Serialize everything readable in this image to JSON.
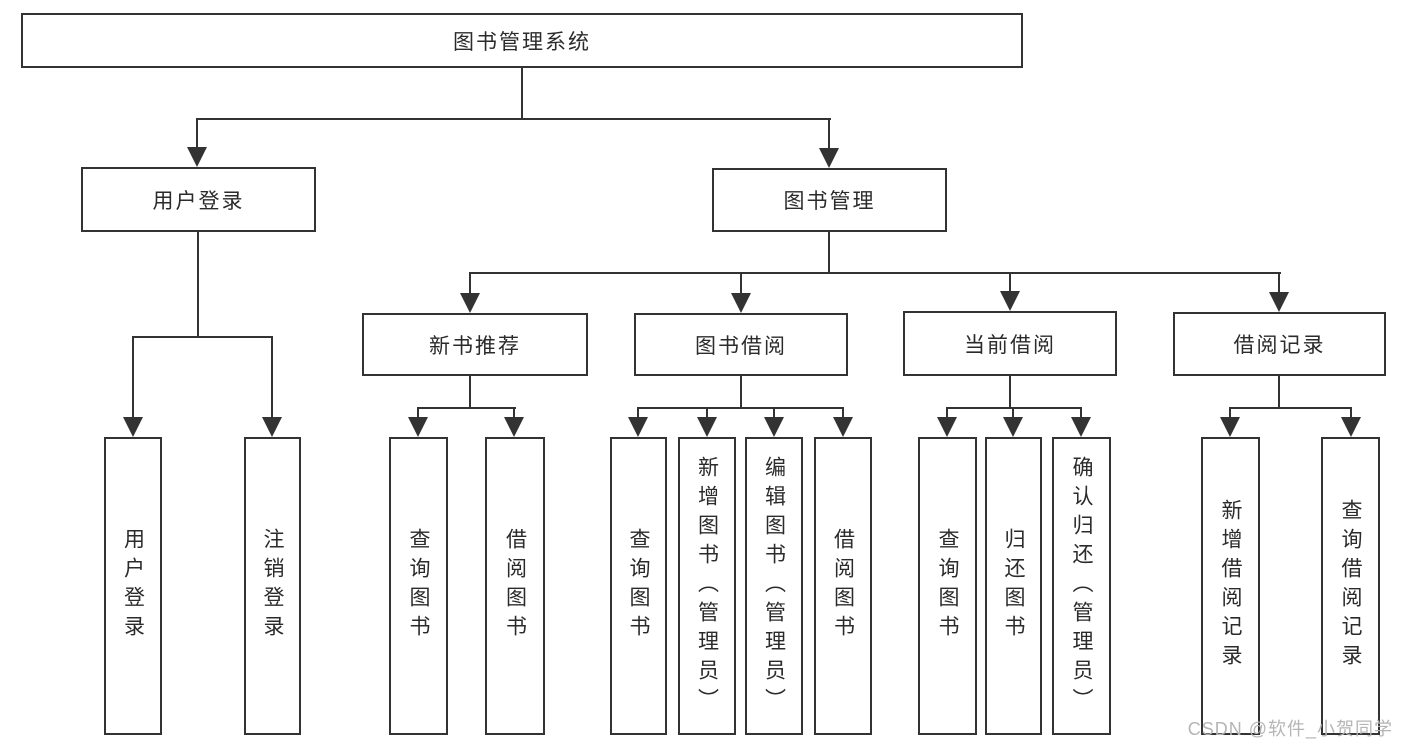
{
  "diagram": {
    "root": {
      "label": "图书管理系统",
      "children": [
        {
          "label": "用户登录",
          "children": [
            {
              "label": "用户登录"
            },
            {
              "label": "注销登录"
            }
          ]
        },
        {
          "label": "图书管理",
          "children": [
            {
              "label": "新书推荐",
              "children": [
                {
                  "label": "查询图书"
                },
                {
                  "label": "借阅图书"
                }
              ]
            },
            {
              "label": "图书借阅",
              "children": [
                {
                  "label": "查询图书"
                },
                {
                  "label": "新增图书（管理员）"
                },
                {
                  "label": "编辑图书（管理员）"
                },
                {
                  "label": "借阅图书"
                }
              ]
            },
            {
              "label": "当前借阅",
              "children": [
                {
                  "label": "查询图书"
                },
                {
                  "label": "归还图书"
                },
                {
                  "label": "确认归还（管理员）"
                }
              ]
            },
            {
              "label": "借阅记录",
              "children": [
                {
                  "label": "新增借阅记录"
                },
                {
                  "label": "查询借阅记录"
                }
              ]
            }
          ]
        }
      ]
    }
  },
  "watermark": {
    "text": "CSDN @软件_小贺同学"
  },
  "colors": {
    "line": "#333333",
    "text": "#2b2b2b",
    "background": "#ffffff",
    "watermark": "#b5b5b5"
  }
}
